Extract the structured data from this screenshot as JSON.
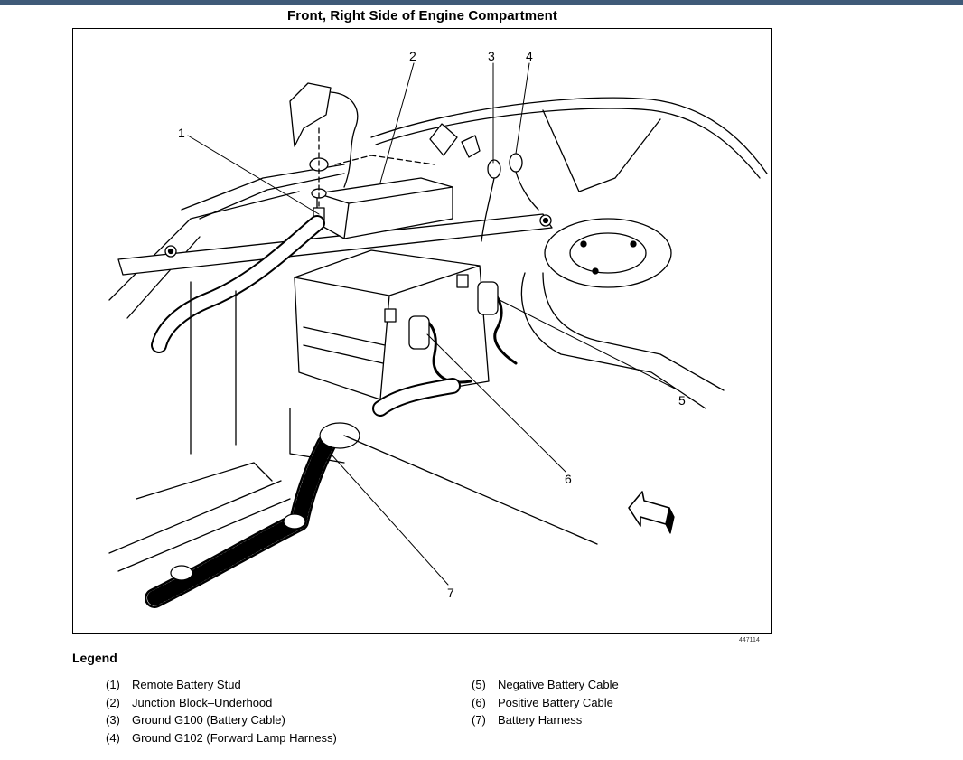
{
  "title": "Front, Right Side of Engine Compartment",
  "figure_id": "447114",
  "callouts": [
    "1",
    "2",
    "3",
    "4",
    "5",
    "6",
    "7"
  ],
  "legend": {
    "heading": "Legend",
    "left_column": [
      {
        "num": "(1)",
        "label": "Remote Battery Stud"
      },
      {
        "num": "(2)",
        "label": "Junction Block–Underhood"
      },
      {
        "num": "(3)",
        "label": "Ground G100 (Battery Cable)"
      },
      {
        "num": "(4)",
        "label": "Ground G102 (Forward Lamp Harness)"
      }
    ],
    "right_column": [
      {
        "num": "(5)",
        "label": "Negative Battery Cable"
      },
      {
        "num": "(6)",
        "label": "Positive Battery Cable"
      },
      {
        "num": "(7)",
        "label": "Battery Harness"
      }
    ]
  }
}
